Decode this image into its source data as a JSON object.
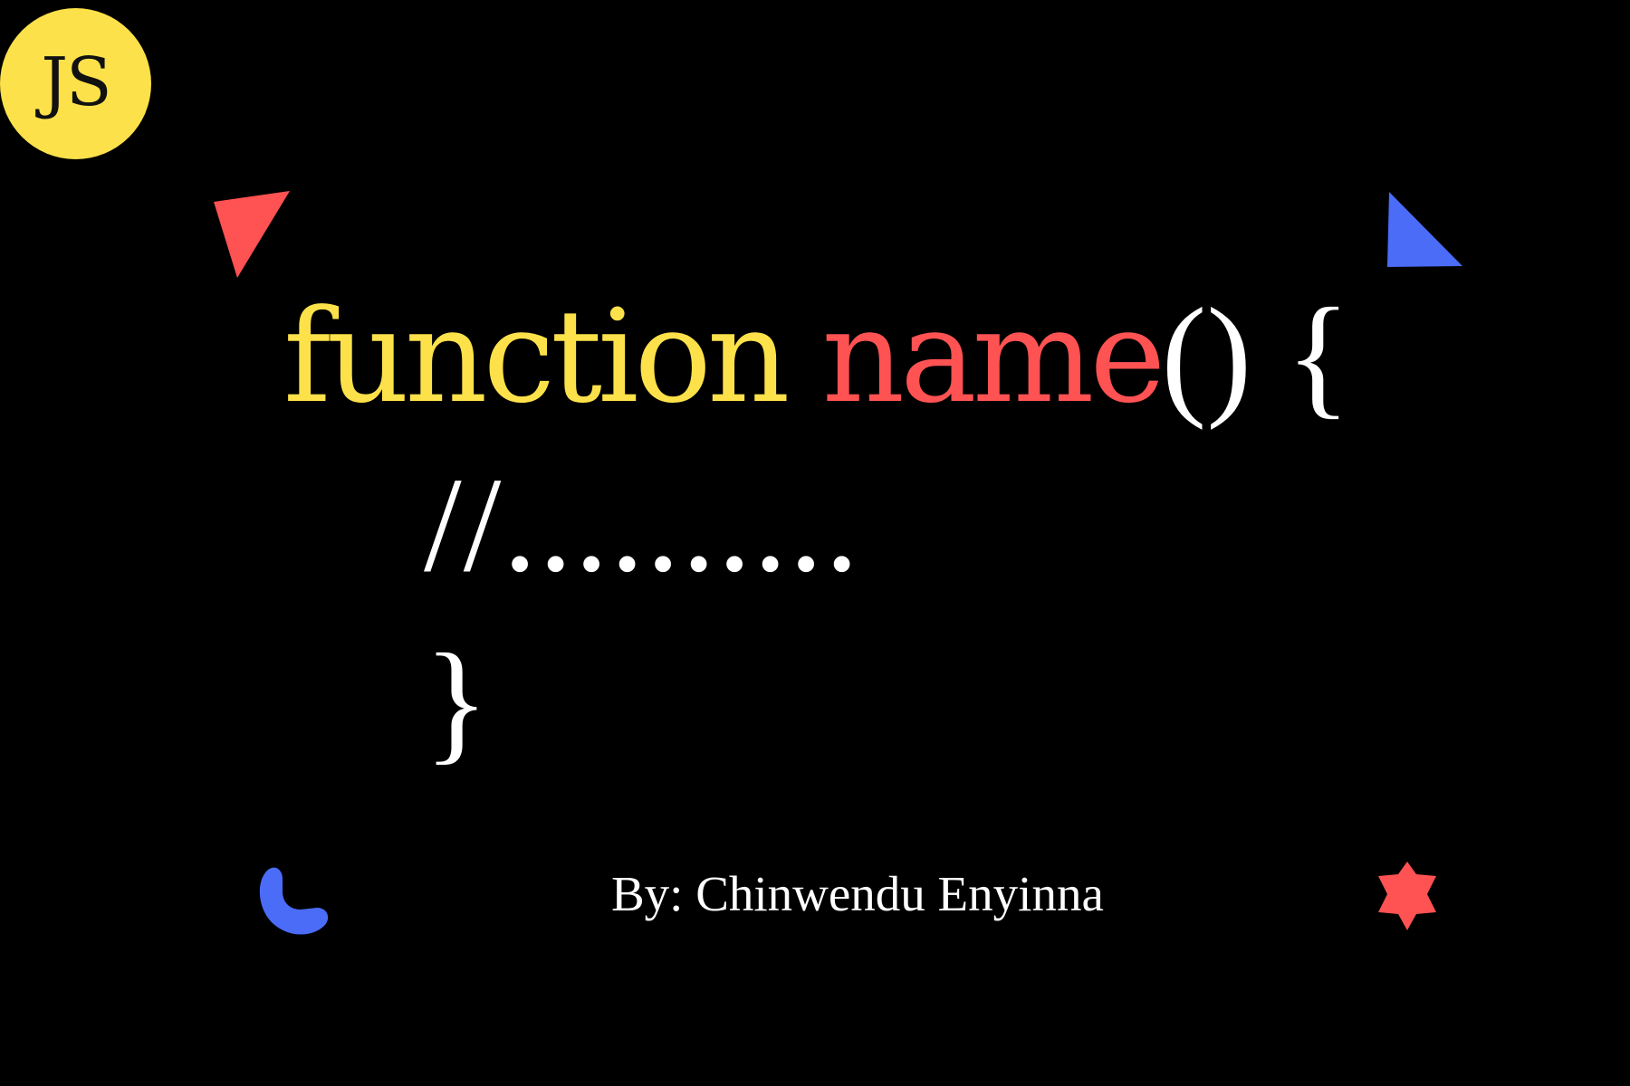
{
  "badge": {
    "label": "JS",
    "color": "#fde14a"
  },
  "code": {
    "keyword": "function",
    "name": "name",
    "parens_brace": "() {",
    "comment": "//..........",
    "closing_brace": "}"
  },
  "byline": "By: Chinwendu Enyinna",
  "colors": {
    "background": "#000000",
    "yellow": "#fde14a",
    "red": "#ff5252",
    "blue": "#4a6cf7",
    "white": "#ffffff"
  },
  "decorations": [
    {
      "name": "red-triangle-icon"
    },
    {
      "name": "blue-triangle-icon"
    },
    {
      "name": "blue-crescent-icon"
    },
    {
      "name": "red-star-icon"
    }
  ]
}
